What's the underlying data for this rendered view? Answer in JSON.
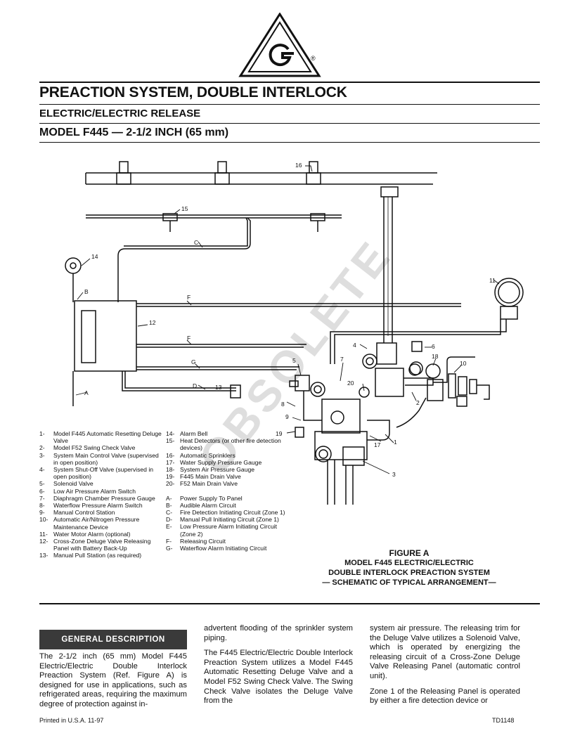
{
  "header": {
    "registered_mark": "®",
    "title": "PREACTION SYSTEM, DOUBLE INTERLOCK",
    "subtitle": "ELECTRIC/ELECTRIC RELEASE",
    "model": "MODEL F445 — 2-1/2 INCH (65 mm)"
  },
  "diagram_labels": {
    "n1": "1",
    "n2": "2",
    "n3": "3",
    "n4": "4",
    "n5": "5",
    "n6": "6",
    "n7": "7",
    "n8": "8",
    "n9": "9",
    "n10": "10",
    "n11": "11",
    "n12": "12",
    "n13": "13",
    "n14": "14",
    "n15": "15",
    "n16": "16",
    "n17": "17",
    "n18": "18",
    "n19": "19",
    "n20": "20",
    "A": "A",
    "B": "B",
    "C": "C",
    "D": "D",
    "F1": "F",
    "F2": "F",
    "G": "G"
  },
  "legend_left": [
    {
      "num": "1-",
      "text": "Model F445 Automatic Resetting Deluge Valve"
    },
    {
      "num": "2-",
      "text": "Model F52 Swing Check Valve"
    },
    {
      "num": "3-",
      "text": "System Main Control Valve (supervised in open position)"
    },
    {
      "num": "4-",
      "text": "System Shut-Off Valve (supervised in open position)"
    },
    {
      "num": "5-",
      "text": "Solenoid Valve"
    },
    {
      "num": "6-",
      "text": "Low Air Pressure Alarm Switch"
    },
    {
      "num": "7-",
      "text": "Diaphragm Chamber Pressure Gauge"
    },
    {
      "num": "8-",
      "text": "Waterflow Pressure Alarm Switch"
    },
    {
      "num": "9-",
      "text": "Manual Control Station"
    },
    {
      "num": "10-",
      "text": "Automatic Air/Nitrogen Pressure Maintenance Device"
    },
    {
      "num": "11-",
      "text": "Water Motor Alarm (optional)"
    },
    {
      "num": "12-",
      "text": "Cross-Zone Deluge Valve Releasing Panel with Battery Back-Up"
    },
    {
      "num": "13-",
      "text": "Manual Pull Station (as required)"
    }
  ],
  "legend_right": [
    {
      "num": "14-",
      "text": "Alarm Bell"
    },
    {
      "num": "15-",
      "text": "Heat Detectors (or other fire detection devices)"
    },
    {
      "num": "16-",
      "text": "Automatic Sprinklers"
    },
    {
      "num": "17-",
      "text": "Water Supply Pressure Gauge"
    },
    {
      "num": "18-",
      "text": "System Air Pressure Gauge"
    },
    {
      "num": "19-",
      "text": "F445 Main Drain Valve"
    },
    {
      "num": "20-",
      "text": "F52 Main Drain Valve"
    },
    {
      "num": "",
      "text": ""
    },
    {
      "num": "A-",
      "text": "Power Supply To Panel"
    },
    {
      "num": "B-",
      "text": "Audible Alarm Circuit"
    },
    {
      "num": "C-",
      "text": "Fire Detection Initiating Circuit (Zone 1)"
    },
    {
      "num": "D-",
      "text": "Manual Pull Initiating Circuit (Zone 1)"
    },
    {
      "num": "E-",
      "text": "Low Pressure Alarm Initiating Circuit (Zone 2)"
    },
    {
      "num": "F-",
      "text": "Releasing Circuit"
    },
    {
      "num": "G-",
      "text": "Waterflow Alarm Initiating Circuit"
    }
  ],
  "figure_caption": {
    "line1": "FIGURE A",
    "line2": "MODEL F445 ELECTRIC/ELECTRIC",
    "line3": "DOUBLE INTERLOCK PREACTION SYSTEM",
    "line4": "— SCHEMATIC OF TYPICAL ARRANGEMENT—"
  },
  "watermark": "OBSOLETE",
  "section_heading": "GENERAL DESCRIPTION",
  "body": {
    "col1_p1": "The 2-1/2 inch (65 mm) Model F445 Electric/Electric Double Interlock Preaction System (Ref. Figure A) is designed for use in applications, such as refrigerated areas, requiring the maximum degree of protection against in-",
    "col2_p1": "advertent flooding of the sprinkler system piping.",
    "col2_p2": "The F445 Electric/Electric Double Interlock Preaction System utilizes a Model F445 Automatic Resetting Deluge Valve and a Model F52 Swing Check Valve. The Swing Check Valve isolates the Deluge Valve from the",
    "col3_p1": "system air pressure. The releasing trim for the Deluge Valve utilizes a Solenoid Valve, which is operated by energizing the releasing circuit of a Cross-Zone Deluge Valve Releasing Panel (automatic control unit).",
    "col3_p2": "Zone 1 of the Releasing Panel is operated by either a fire detection device or"
  },
  "footer": {
    "printed": "Printed in U.S.A. 11-97",
    "code": "TD1148"
  }
}
